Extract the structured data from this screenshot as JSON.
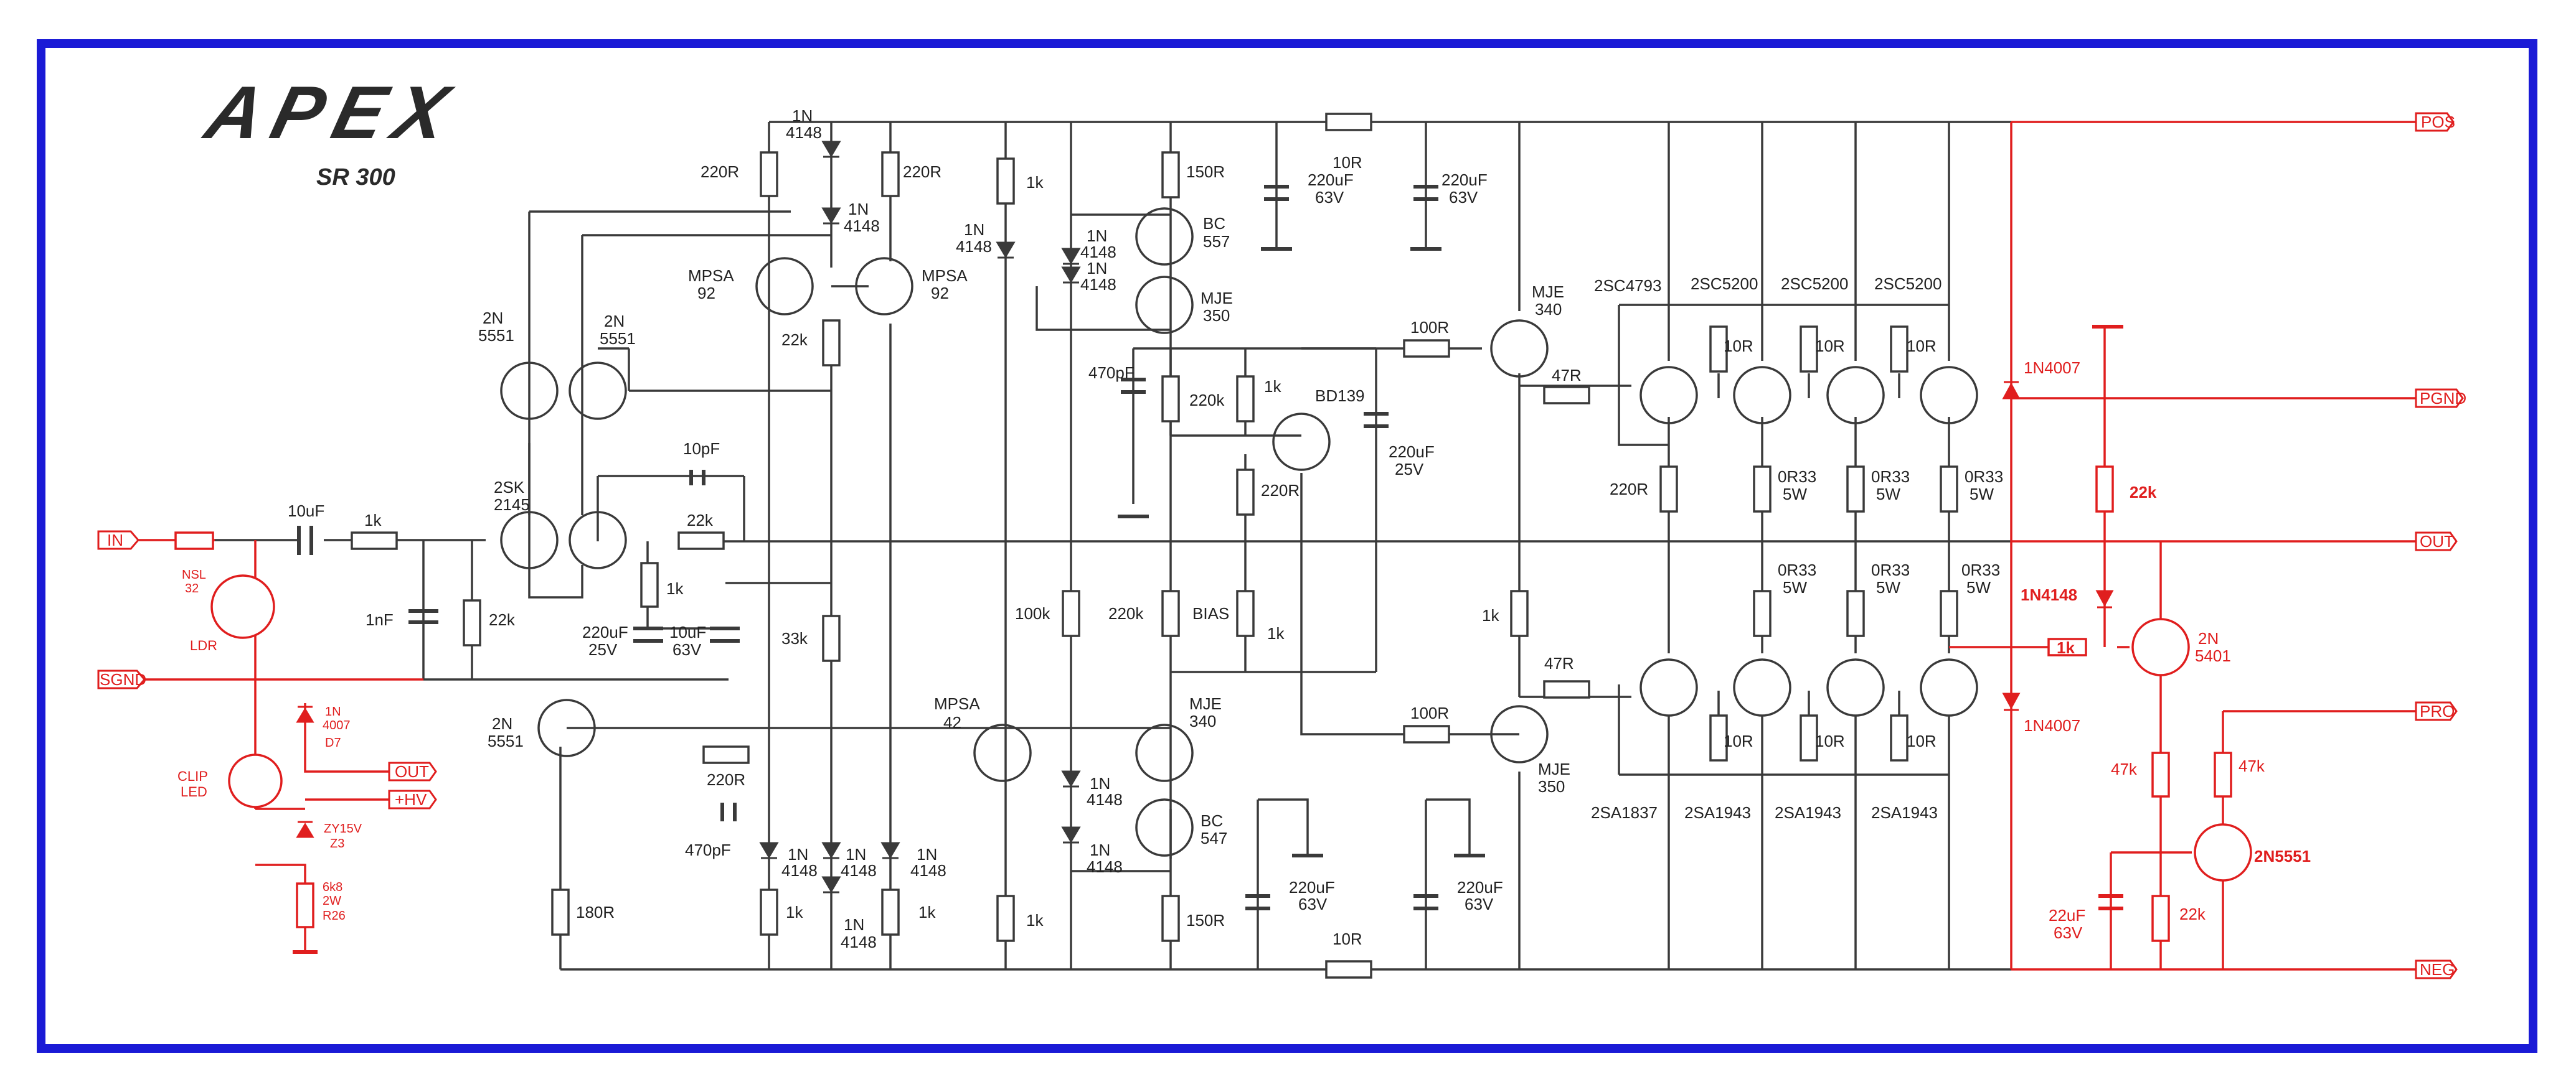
{
  "brand": {
    "logo_text": "APEX",
    "model": "SR 300"
  },
  "colors": {
    "frame": "#1a1ad6",
    "wire": "#3a3a3a",
    "protect": "#e01e1e",
    "text": "#222222"
  },
  "nets": {
    "pos": "POS",
    "pgnd": "PGND",
    "out": "OUT",
    "pro": "PRO",
    "neg": "NEG",
    "in": "IN",
    "sgnd": "SGND",
    "out_small": "OUT",
    "hv": "+HV"
  },
  "input": {
    "c_in": "10uF",
    "r_in": "1k",
    "c_1nf": "1nF",
    "r_22k": "22k",
    "c_10pf": "10pF",
    "r_fb": "22k",
    "r_1k": "1k",
    "c_220u_a": "220uF",
    "c_220u_b": "25V",
    "c_10u_a": "10uF",
    "c_10u_b": "63V",
    "jfet_a": "2SK",
    "jfet_b": "2145",
    "q1_a": "2N",
    "q1_b": "5551",
    "q2_a": "2N",
    "q2_b": "5551"
  },
  "clip": {
    "nsl_a": "NSL",
    "nsl_b": "32",
    "ldr": "LDR",
    "led_a": "CLIP",
    "led_b": "LED",
    "d7_a": "1N",
    "d7_b": "4007",
    "d7_c": "D7",
    "z3_a": "ZY15V",
    "z3_b": "Z3",
    "r26_a": "6k8",
    "r26_b": "2W",
    "r26_c": "R26"
  },
  "vas": {
    "r220": "220R",
    "d1_a": "1N",
    "d1_b": "4148",
    "d2_a": "1N",
    "d2_b": "4148",
    "r220b": "220R",
    "mpsa92a_a": "MPSA",
    "mpsa92a_b": "92",
    "mpsa92b_a": "MPSA",
    "mpsa92b_b": "92",
    "r22k": "22k",
    "r33k": "33k",
    "q_tail_a": "2N",
    "q_tail_b": "5551",
    "r180": "180R",
    "r220c": "220R",
    "c470": "470pF",
    "d3_a": "1N",
    "d3_b": "4148",
    "d4_a": "1N",
    "d4_b": "4148",
    "d5_a": "1N",
    "d5_b": "4148",
    "d6_a": "1N",
    "d6_b": "4148",
    "r1k_a": "1k",
    "r1k_b": "1k"
  },
  "driver": {
    "r1k_top": "1k",
    "d_top_a": "1N",
    "d_top_b": "4148",
    "r150_top": "150R",
    "bc557_a": "BC",
    "bc557_b": "557",
    "mje350_a": "MJE",
    "mje350_b": "350",
    "d_bc_a": "1N",
    "d_bc_b": "4148",
    "d_bc2_a": "1N",
    "d_bc2_b": "4148",
    "c470": "470pF",
    "r220k_a": "220k",
    "r1k_bd": "1k",
    "bd139": "BD139",
    "r220r": "220R",
    "c220_a": "220uF",
    "c220_b": "25V",
    "r100k": "100k",
    "r220k_b": "220k",
    "bias": "BIAS",
    "pot_1k": "1k",
    "mpsa42_a": "MPSA",
    "mpsa42_b": "42",
    "mje340_a": "MJE",
    "mje340_b": "340",
    "d_l1_a": "1N",
    "d_l1_b": "4148",
    "d_l2_a": "1N",
    "d_l2_b": "4148",
    "bc547_a": "BC",
    "bc547_b": "547",
    "r150_bot": "150R",
    "r1k_bot": "1k"
  },
  "rails": {
    "r10_top": "10R",
    "c220_t1_a": "220uF",
    "c220_t1_b": "63V",
    "c220_t2_a": "220uF",
    "c220_t2_b": "63V",
    "r10_bot": "10R",
    "c220_b1_a": "220uF",
    "c220_b1_b": "63V",
    "c220_b2_a": "220uF",
    "c220_b2_b": "63V"
  },
  "output": {
    "mje340_a": "MJE",
    "mje340_b": "340",
    "mje350_a": "MJE",
    "mje350_b": "350",
    "r100_top": "100R",
    "r100_bot": "100R",
    "r47_top": "47R",
    "r47_bot": "47R",
    "r1k_mid": "1k",
    "r220r": "220R",
    "q_top": [
      "2SC4793",
      "2SC5200",
      "2SC5200",
      "2SC5200"
    ],
    "q_bot": [
      "2SA1837",
      "2SA1943",
      "2SA1943",
      "2SA1943"
    ],
    "r10r": "10R",
    "re_a": "0R33",
    "re_b": "5W"
  },
  "protect": {
    "d_top": "1N4007",
    "d_bot": "1N4007",
    "r22k_top": "22k",
    "d1n4148": "1N4148",
    "r1k": "1k",
    "q5401_a": "2N",
    "q5401_b": "5401",
    "r47k_a": "47k",
    "r47k_b": "47k",
    "q5551": "2N5551",
    "c22u_a": "22uF",
    "c22u_b": "63V",
    "r22k_bot": "22k"
  }
}
